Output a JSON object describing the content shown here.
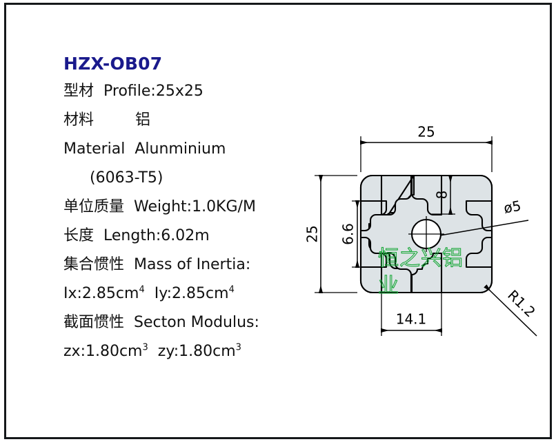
{
  "product": {
    "code": "HZX-OB07",
    "profile_label_cn": "型材",
    "profile_label_en": "Profile:25x25",
    "material_label_cn": "材料",
    "material_value_cn": "铝",
    "material_label_en": "Material",
    "material_value_en": "Alunminium",
    "alloy": "(6063-T5)",
    "weight_label_cn": "单位质量",
    "weight_label_en": "Weight:1.0KG/M",
    "length_label_cn": "长度",
    "length_label_en": "Length:6.02m",
    "inertia_label_cn": "集合惯性",
    "inertia_label_en": "Mass of Inertia:",
    "ix_text": "Ix:2.85cm",
    "ix_exp": "4",
    "iy_text": "Iy:2.85cm",
    "iy_exp": "4",
    "modulus_label_cn": "截面惯性",
    "modulus_label_en": "Secton Modulus:",
    "zx_text": "zx:1.80cm",
    "zx_exp": "3",
    "zy_text": "zy:1.80cm",
    "zy_exp": "3"
  },
  "drawing": {
    "dim_width": "25",
    "dim_height": "25",
    "dim_slot_depth": "8",
    "dim_slot_opening": "6.6",
    "dim_slot_span": "14.1",
    "dim_bore": "ø5",
    "dim_radius": "R1.2",
    "watermark_line1": "恒之兴铝",
    "watermark_line2": "业"
  },
  "colors": {
    "title": "#1a1a8c",
    "section_fill": "#dde3e6",
    "line": "#000000",
    "watermark": "#1aa83a"
  }
}
